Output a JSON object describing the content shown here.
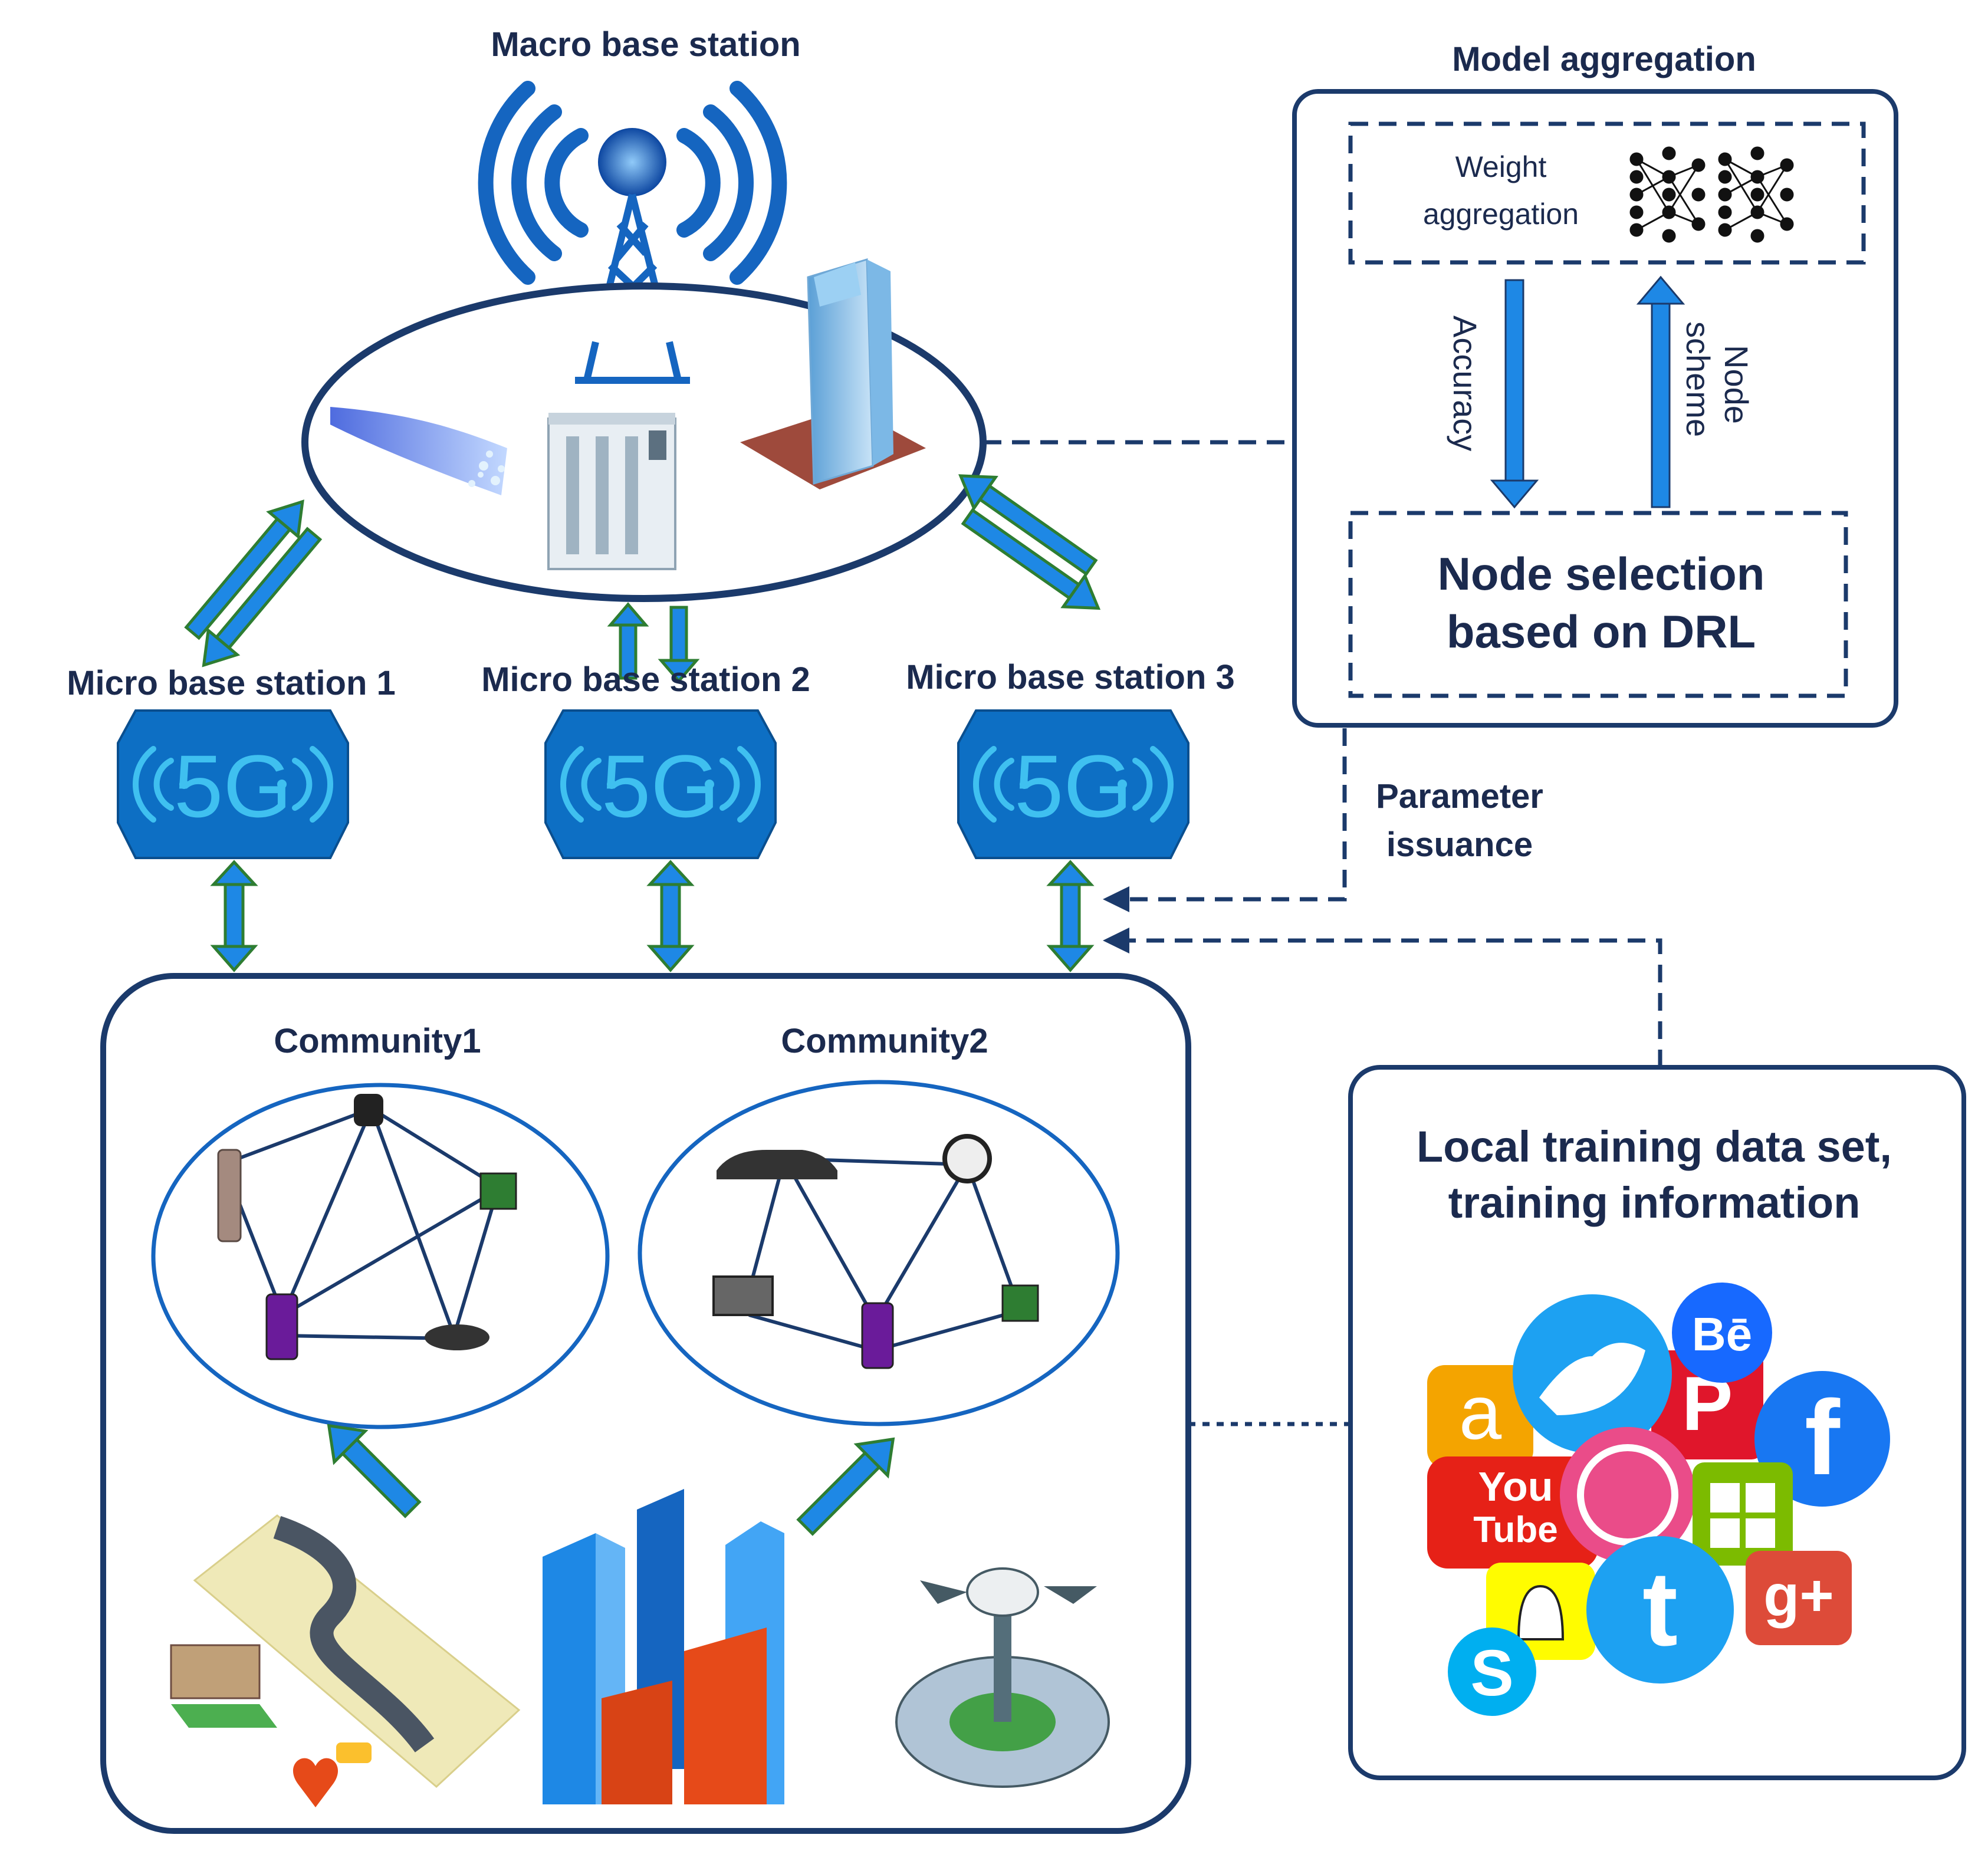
{
  "macro_station": {
    "title": "Macro base station"
  },
  "micro_stations": [
    {
      "label": "Micro base station 1",
      "badge": "5G"
    },
    {
      "label": "Micro base station 2",
      "badge": "5G"
    },
    {
      "label": "Micro base station 3",
      "badge": "5G"
    }
  ],
  "model_aggregation": {
    "title": "Model aggregation",
    "weight_line1": "Weight",
    "weight_line2": "aggregation",
    "accuracy": "Accuracy",
    "node_scheme_line1": "Node",
    "node_scheme_line2": "scheme",
    "node_selection_line1": "Node selection",
    "node_selection_line2": "based on DRL"
  },
  "parameter_issuance": {
    "line1": "Parameter",
    "line2": "issuance"
  },
  "communities": [
    {
      "label": "Community1"
    },
    {
      "label": "Community2"
    }
  ],
  "local_data": {
    "line1": "Local training data set,",
    "line2": "training information"
  },
  "social_icons": [
    {
      "text": "a",
      "color": "#f4a400"
    },
    {
      "text": "Bē",
      "color": "#1769ff"
    },
    {
      "text": "P",
      "color": "#e0162b"
    },
    {
      "text": "f",
      "color": "#1877f2"
    },
    {
      "text": "You",
      "color": "#e62117"
    },
    {
      "text": "Tube",
      "color": "#e62117"
    },
    {
      "text": "g+",
      "color": "#dd4b39"
    },
    {
      "text": "t",
      "color": "#1da1f2"
    },
    {
      "text": "S",
      "color": "#00aff0"
    }
  ],
  "colors": {
    "navy": "#1b3a6b",
    "arrow_blue": "#1e88e5",
    "arrow_green": "#2e7d32",
    "badge_blue": "#0d6fc4",
    "tower_blue": "#1565c0"
  }
}
